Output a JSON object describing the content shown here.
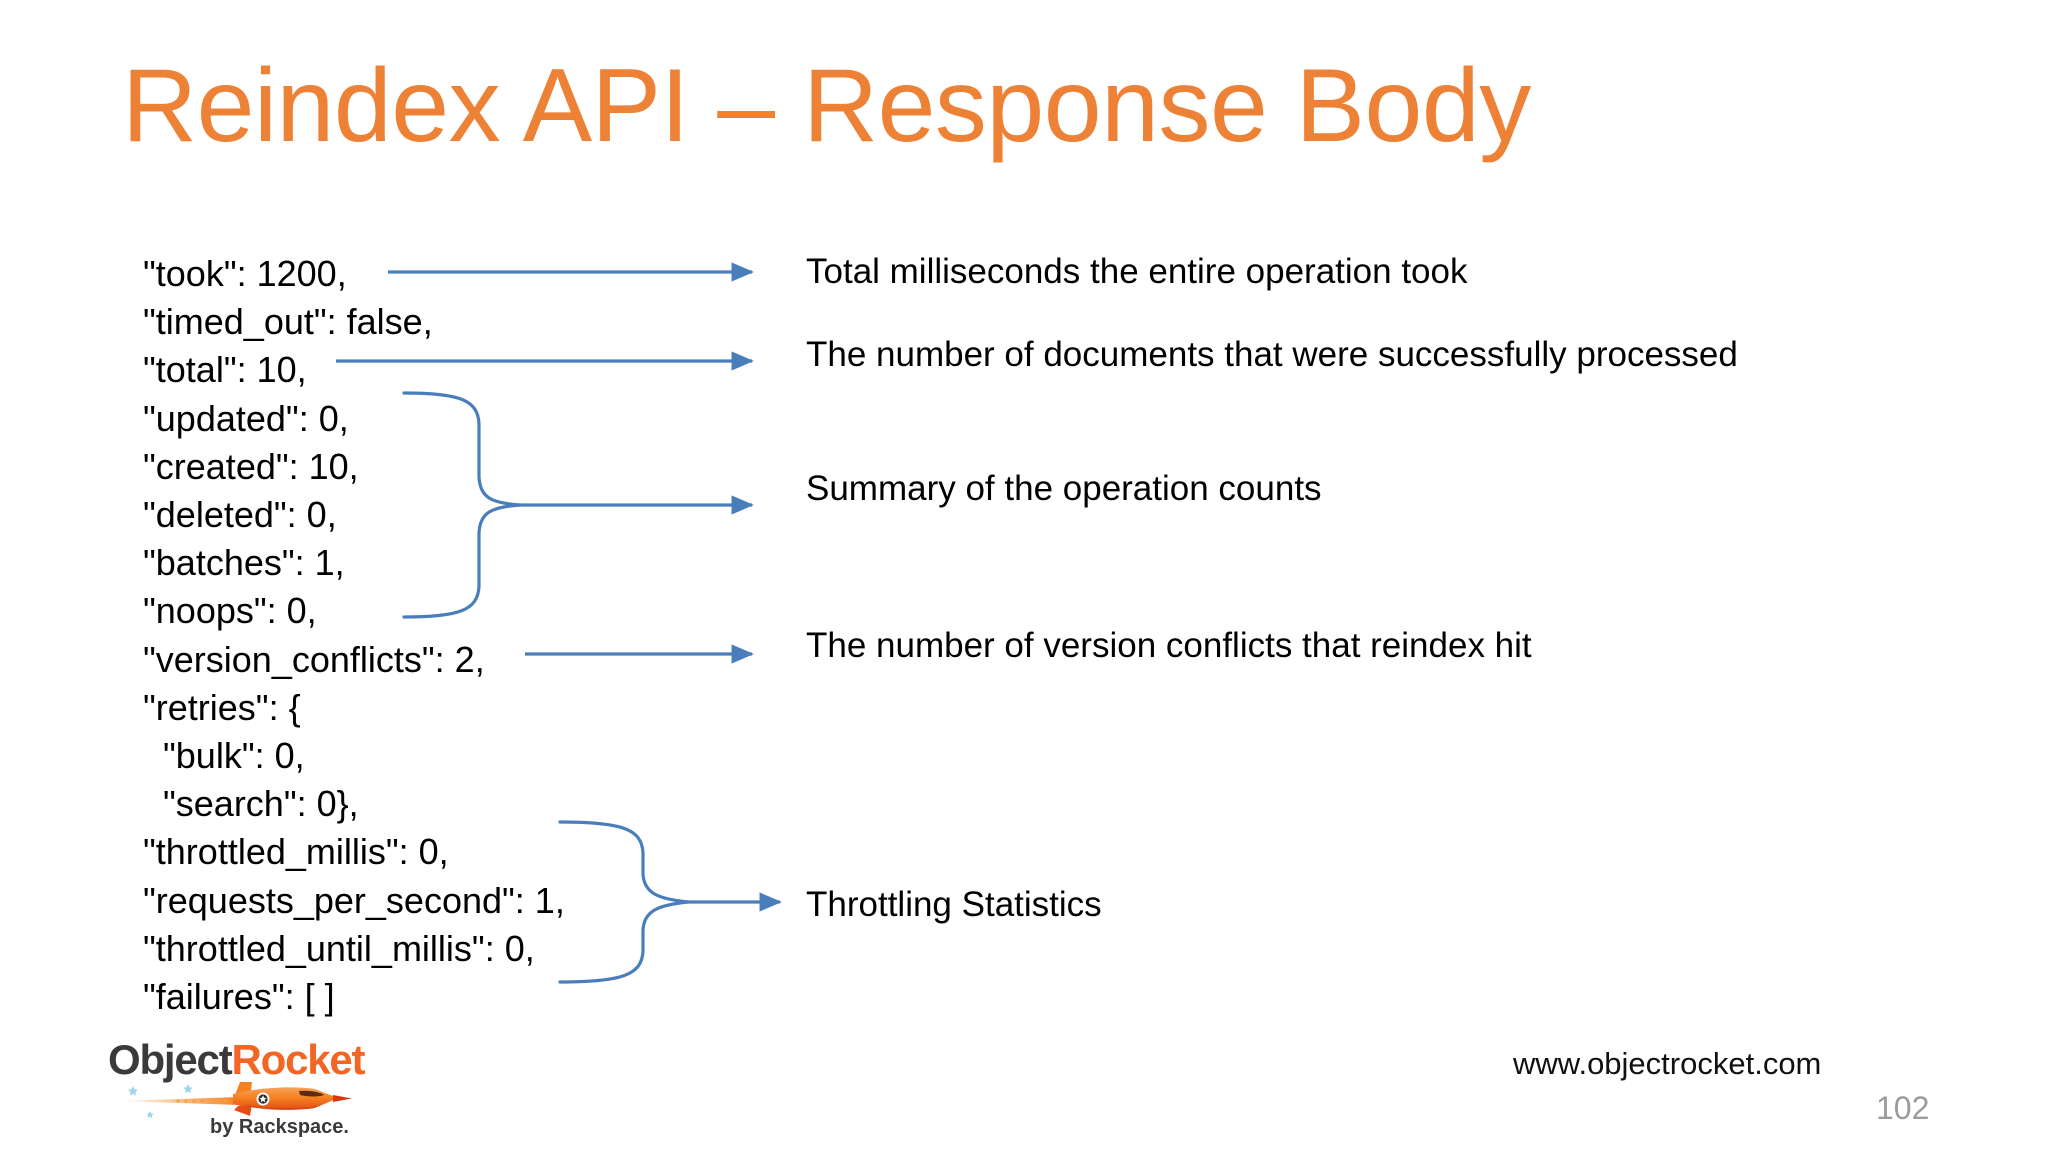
{
  "slide": {
    "title": "Reindex API – Response Body",
    "title_color": "#ED8237",
    "background_color": "#ffffff",
    "number": "102"
  },
  "code_block": {
    "language": "json",
    "lines": [
      {
        "text": "\"took\": 1200,",
        "indent": false
      },
      {
        "text": "\"timed_out\": false,",
        "indent": false
      },
      {
        "text": "\"total\": 10,",
        "indent": false
      },
      {
        "text": "\"updated\": 0,",
        "indent": false
      },
      {
        "text": "\"created\": 10,",
        "indent": false
      },
      {
        "text": "\"deleted\": 0,",
        "indent": false
      },
      {
        "text": "\"batches\": 1,",
        "indent": false
      },
      {
        "text": "\"noops\": 0,",
        "indent": false
      },
      {
        "text": "\"version_conflicts\": 2,",
        "indent": false
      },
      {
        "text": "\"retries\": {",
        "indent": false
      },
      {
        "text": "\"bulk\": 0,",
        "indent": true
      },
      {
        "text": "\"search\": 0},",
        "indent": true
      },
      {
        "text": "\"throttled_millis\": 0,",
        "indent": false
      },
      {
        "text": "\"requests_per_second\": 1,",
        "indent": false
      },
      {
        "text": "\"throttled_until_millis\": 0,",
        "indent": false
      },
      {
        "text": "\"failures\": [ ]",
        "indent": false
      }
    ]
  },
  "annotations": [
    {
      "id": "took",
      "label": "Total milliseconds the entire operation took",
      "connector": "arrow"
    },
    {
      "id": "total",
      "label": "The number of documents that were successfully processed",
      "connector": "arrow"
    },
    {
      "id": "summary",
      "label": "Summary of the operation counts",
      "connector": "brace"
    },
    {
      "id": "conflicts",
      "label": "The number of version conflicts that reindex hit",
      "connector": "arrow"
    },
    {
      "id": "throttling",
      "label": "Throttling Statistics",
      "connector": "brace"
    }
  ],
  "connector_color": "#4A7EBB",
  "footer": {
    "site_url": "www.objectrocket.com",
    "page_number": "102"
  },
  "logo": {
    "word_object": "Object",
    "word_rocket": "Rocket",
    "tagline": "by Rackspace.",
    "object_color": "#3A3A3C",
    "rocket_color": "#F26522"
  }
}
